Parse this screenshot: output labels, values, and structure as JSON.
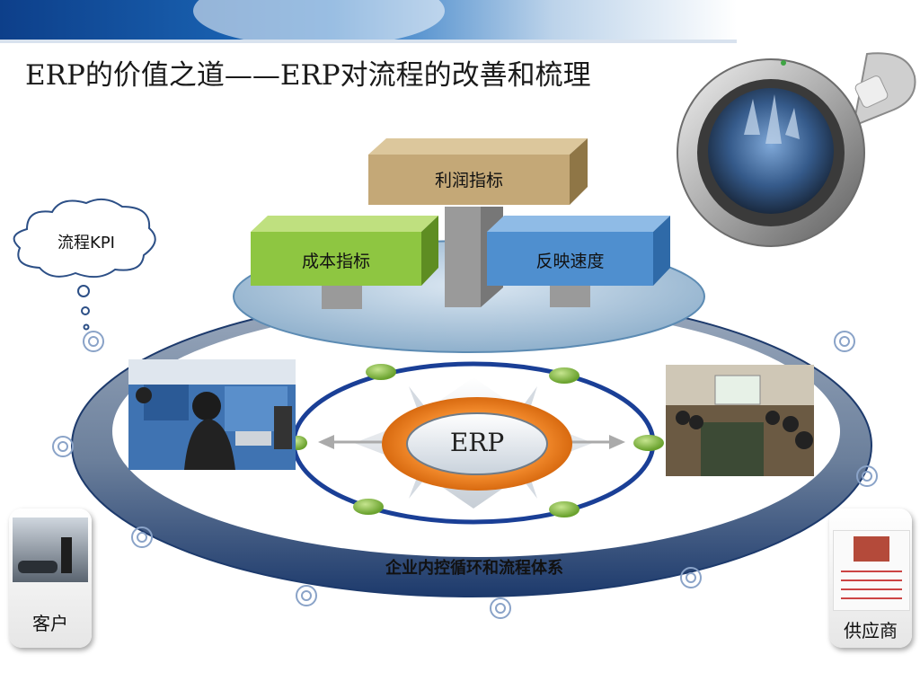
{
  "title": "ERP的价值之道——ERP对流程的改善和梳理",
  "kpi_cloud": {
    "label": "流程KPI"
  },
  "metrics": {
    "profit": "利润指标",
    "cost": "成本指标",
    "speed": "反映速度"
  },
  "center": {
    "label": "ERP"
  },
  "ring": {
    "label": "企业内控循环和流程体系"
  },
  "customer": {
    "label": "客户"
  },
  "supplier": {
    "label": "供应商"
  },
  "colors": {
    "profit_box": "#c4a877",
    "cost_box": "#8ec641",
    "speed_box": "#4f8fcf",
    "ring_blue": "#1f3f7a",
    "erp_orange": "#f08a2a",
    "node_green": "#7fb540",
    "platform": "#b8cfe2"
  }
}
